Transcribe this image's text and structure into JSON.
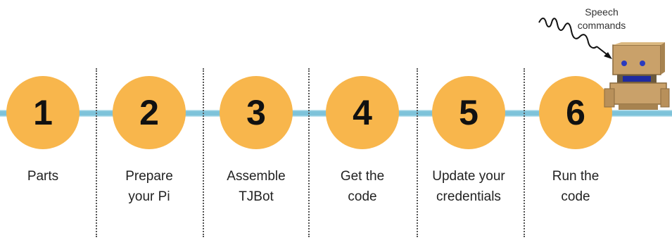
{
  "steps": [
    {
      "number": "1",
      "label": [
        "Parts"
      ]
    },
    {
      "number": "2",
      "label": [
        "Prepare",
        "your Pi"
      ]
    },
    {
      "number": "3",
      "label": [
        "Assemble",
        "TJBot"
      ]
    },
    {
      "number": "4",
      "label": [
        "Get the",
        "code"
      ]
    },
    {
      "number": "5",
      "label": [
        "Update your",
        "credentials"
      ]
    },
    {
      "number": "6",
      "label": [
        "Run the",
        "code"
      ]
    }
  ],
  "speech": {
    "line1": "Speech",
    "line2": "commands"
  },
  "colors": {
    "circle": "#f8b64c",
    "timeline": "#7ec3da",
    "robot": "#c9a16a"
  },
  "icons": {
    "robot": "tjbot-robot-icon",
    "wave": "sound-wave-icon"
  }
}
